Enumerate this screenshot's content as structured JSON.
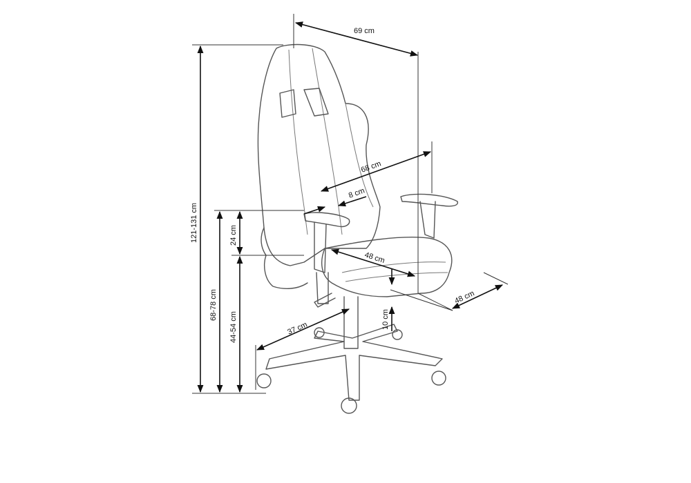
{
  "diagram": {
    "labels": {
      "width_overall": "69 cm",
      "height_total": "121-131 cm",
      "armrest_height": "68-78 cm",
      "seat_height": "44-54 cm",
      "backrest_above_arm": "24 cm",
      "seat_depth_overall": "68 cm",
      "armrest_width": "8 cm",
      "seat_width": "48 cm",
      "depth_side": "48 cm",
      "base_radius": "37 cm",
      "seat_cushion": "10 cm"
    }
  }
}
